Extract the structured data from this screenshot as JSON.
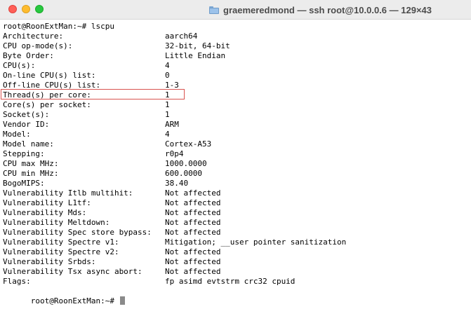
{
  "window": {
    "title": "graemeredmond — ssh root@10.0.0.6 — 129×43"
  },
  "terminal": {
    "command_line": "root@RoonExtMan:~# lscpu",
    "rows": [
      {
        "key": "Architecture:",
        "value": "aarch64"
      },
      {
        "key": "CPU op-mode(s):",
        "value": "32-bit, 64-bit"
      },
      {
        "key": "Byte Order:",
        "value": "Little Endian"
      },
      {
        "key": "CPU(s):",
        "value": "4"
      },
      {
        "key": "On-line CPU(s) list:",
        "value": "0"
      },
      {
        "key": "Off-line CPU(s) list:",
        "value": "1-3"
      },
      {
        "key": "Thread(s) per core:",
        "value": "1"
      },
      {
        "key": "Core(s) per socket:",
        "value": "1"
      },
      {
        "key": "Socket(s):",
        "value": "1"
      },
      {
        "key": "Vendor ID:",
        "value": "ARM"
      },
      {
        "key": "Model:",
        "value": "4"
      },
      {
        "key": "Model name:",
        "value": "Cortex-A53"
      },
      {
        "key": "Stepping:",
        "value": "r0p4"
      },
      {
        "key": "CPU max MHz:",
        "value": "1000.0000"
      },
      {
        "key": "CPU min MHz:",
        "value": "600.0000"
      },
      {
        "key": "BogoMIPS:",
        "value": "38.40"
      },
      {
        "key": "Vulnerability Itlb multihit:",
        "value": "Not affected"
      },
      {
        "key": "Vulnerability L1tf:",
        "value": "Not affected"
      },
      {
        "key": "Vulnerability Mds:",
        "value": "Not affected"
      },
      {
        "key": "Vulnerability Meltdown:",
        "value": "Not affected"
      },
      {
        "key": "Vulnerability Spec store bypass:",
        "value": "Not affected"
      },
      {
        "key": "Vulnerability Spectre v1:",
        "value": "Mitigation; __user pointer sanitization"
      },
      {
        "key": "Vulnerability Spectre v2:",
        "value": "Not affected"
      },
      {
        "key": "Vulnerability Srbds:",
        "value": "Not affected"
      },
      {
        "key": "Vulnerability Tsx async abort:",
        "value": "Not affected"
      },
      {
        "key": "Flags:",
        "value": "fp asimd evtstrm crc32 cpuid"
      }
    ],
    "prompt": "root@RoonExtMan:~# "
  }
}
